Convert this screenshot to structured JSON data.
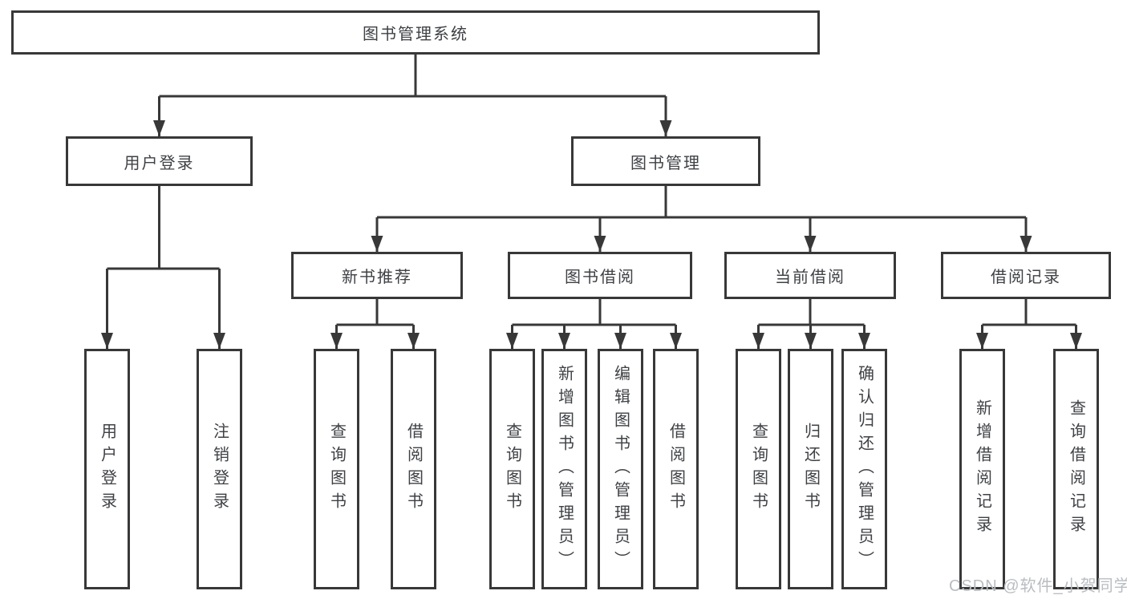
{
  "diagram": {
    "tree": {
      "label": "图书管理系统",
      "children": [
        {
          "label": "用户登录",
          "children": [
            {
              "label": "用户登录"
            },
            {
              "label": "注销登录"
            }
          ]
        },
        {
          "label": "图书管理",
          "children": [
            {
              "label": "新书推荐",
              "children": [
                {
                  "label": "查询图书"
                },
                {
                  "label": "借阅图书"
                }
              ]
            },
            {
              "label": "图书借阅",
              "children": [
                {
                  "label": "查询图书"
                },
                {
                  "label": "新增图书（管理员）"
                },
                {
                  "label": "编辑图书（管理员）"
                },
                {
                  "label": "借阅图书"
                }
              ]
            },
            {
              "label": "当前借阅",
              "children": [
                {
                  "label": "查询图书"
                },
                {
                  "label": "归还图书"
                },
                {
                  "label": "确认归还（管理员）"
                }
              ]
            },
            {
              "label": "借阅记录",
              "children": [
                {
                  "label": "新增借阅记录"
                },
                {
                  "label": "查询借阅记录"
                }
              ]
            }
          ]
        }
      ]
    },
    "colors": {
      "line": "#383838",
      "box_border": "#383838",
      "text": "#3f4145",
      "background": "#ffffff",
      "watermark": "#b9bdc1"
    }
  },
  "watermark": {
    "text": "CSDN @软件_小贺同学"
  }
}
